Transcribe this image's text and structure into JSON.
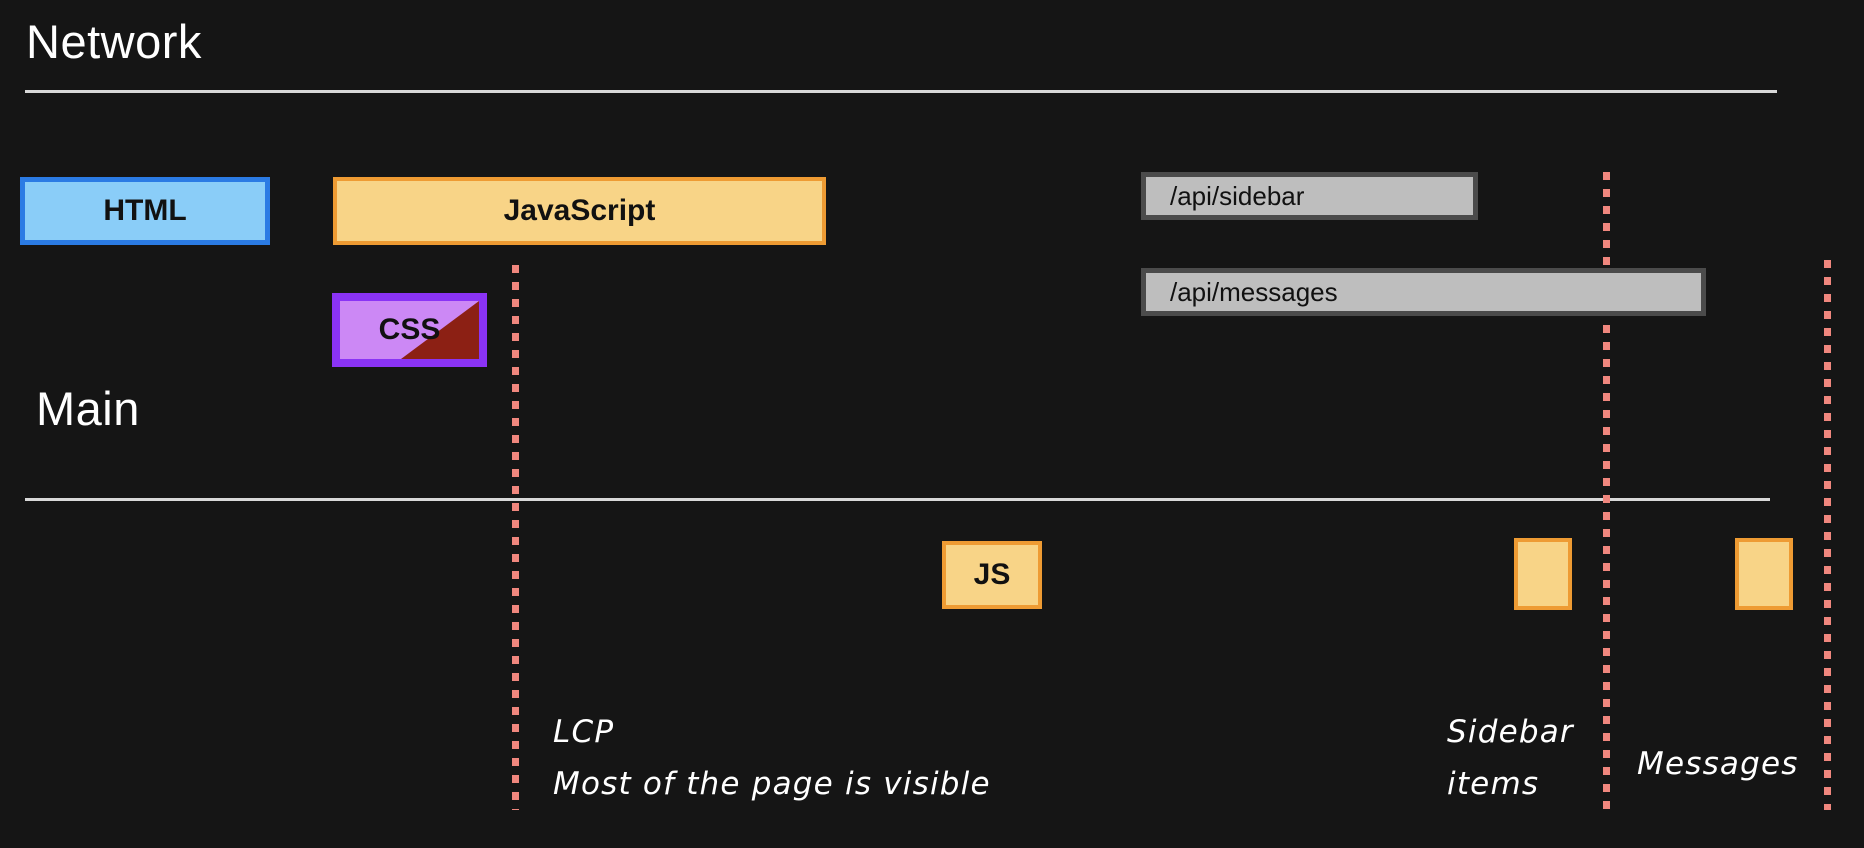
{
  "sections": [
    {
      "title": "Network"
    },
    {
      "title": "Main"
    }
  ],
  "network": {
    "title": "Network",
    "resources": [
      {
        "label": "HTML",
        "kind": "html"
      },
      {
        "label": "JavaScript",
        "kind": "javascript"
      },
      {
        "label": "CSS",
        "kind": "css"
      }
    ],
    "requests": [
      {
        "label": "/api/sidebar"
      },
      {
        "label": "/api/messages"
      }
    ]
  },
  "main": {
    "title": "Main",
    "tasks": [
      {
        "label": "JS"
      },
      {
        "label": ""
      },
      {
        "label": ""
      }
    ]
  },
  "markers": [
    {
      "name": "lcp",
      "annotation": "LCP\nMost of the page is visible"
    },
    {
      "name": "sidebar",
      "annotation": "Sidebar\nitems"
    },
    {
      "name": "messages",
      "annotation": "Messages"
    }
  ],
  "colors": {
    "background": "#151515",
    "rule": "#d8d8d8",
    "html_fill": "#8ACDF8",
    "html_border": "#2B7BE4",
    "js_fill": "#F8D487",
    "js_border": "#EE9B33",
    "css_fill": "#CC88F5",
    "css_border": "#8A33F5",
    "css_wedge": "#8C2014",
    "request_fill": "#BEBEBE",
    "request_border": "#4B4B4B",
    "marker": "#F0877E",
    "text_light": "#ffffff",
    "text_dark": "#111111"
  }
}
